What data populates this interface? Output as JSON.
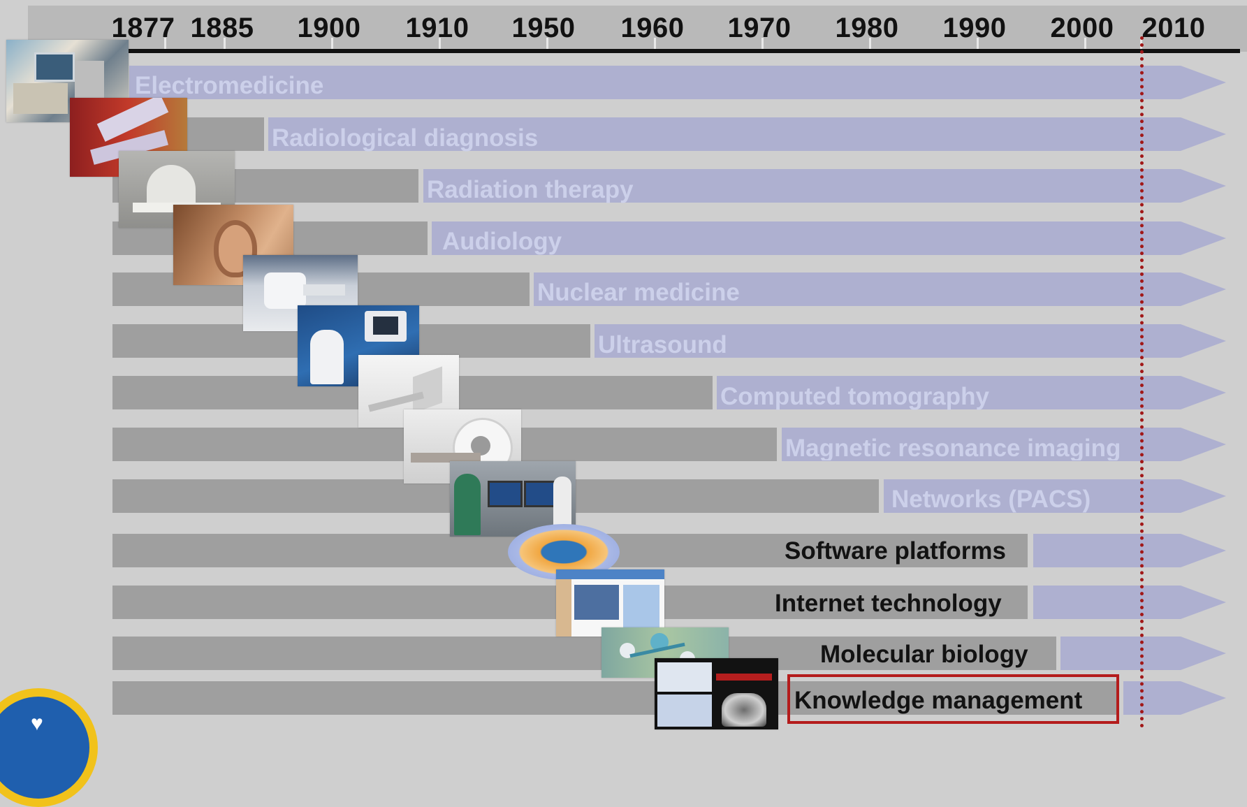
{
  "axis": {
    "years": [
      "1877",
      "1885",
      "1900",
      "1910",
      "1950",
      "1960",
      "1970",
      "1980",
      "1990",
      "2000",
      "2010"
    ]
  },
  "rows": [
    {
      "label": "Electromedicine",
      "style": "light",
      "image": "medical-equipment-photo"
    },
    {
      "label": "Radiological diagnosis",
      "style": "light",
      "image": "x-ray-arm-photo"
    },
    {
      "label": "Radiation therapy",
      "style": "light",
      "image": "linear-accelerator-photo"
    },
    {
      "label": "Audiology",
      "style": "light",
      "image": "human-ear-photo"
    },
    {
      "label": "Nuclear medicine",
      "style": "light",
      "image": "gamma-camera-photo"
    },
    {
      "label": "Ultrasound",
      "style": "light",
      "image": "ultrasound-operator-photo"
    },
    {
      "label": "Computed tomography",
      "style": "light",
      "image": "ct-scanner-photo"
    },
    {
      "label": "Magnetic resonance imaging",
      "style": "light",
      "image": "mri-scanner-photo"
    },
    {
      "label": "Networks (PACS)",
      "style": "light",
      "image": "pacs-workstation-photo"
    },
    {
      "label": "Software platforms",
      "style": "dark",
      "image": "software-wheel-graphic"
    },
    {
      "label": "Internet technology",
      "style": "dark",
      "image": "web-page-screenshot"
    },
    {
      "label": "Molecular biology",
      "style": "dark",
      "image": "molecule-model-photo"
    },
    {
      "label": "Knowledge management",
      "style": "dark",
      "highlighted": true,
      "image": "radiology-viewer-screenshot"
    }
  ],
  "colors": {
    "background": "#cfcfcf",
    "gray_track": "#9f9f9f",
    "arrow": "#aeb0d0",
    "light_label": "#ccd0ea",
    "dark_label": "#121212",
    "now_marker": "#a11818",
    "highlight_box": "#b41c1c"
  },
  "logo": {
    "icon": "heart-icon"
  }
}
